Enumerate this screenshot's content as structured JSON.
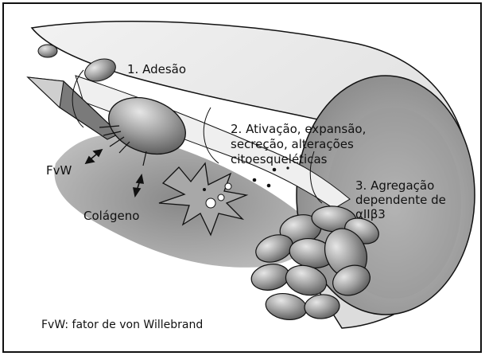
{
  "labels": {
    "step1": "1. Adesão",
    "step2_line1": "2. Ativação, expansão,",
    "step2_line2": "secreção, alterações",
    "step2_line3": "citoesqueléticas",
    "step3_line1": "3. Agregação",
    "step3_line2": "dependente de",
    "step3_line3": "αIIβ3",
    "fvw": "FvW",
    "colageno": "Colágeno",
    "legend": "FvW: fator de von Willebrand"
  },
  "colors": {
    "vessel_wall": "#d8d8d8",
    "lumen_dark": "#8a8a8a",
    "platelet": "#9a9a9a",
    "outline": "#111111"
  }
}
